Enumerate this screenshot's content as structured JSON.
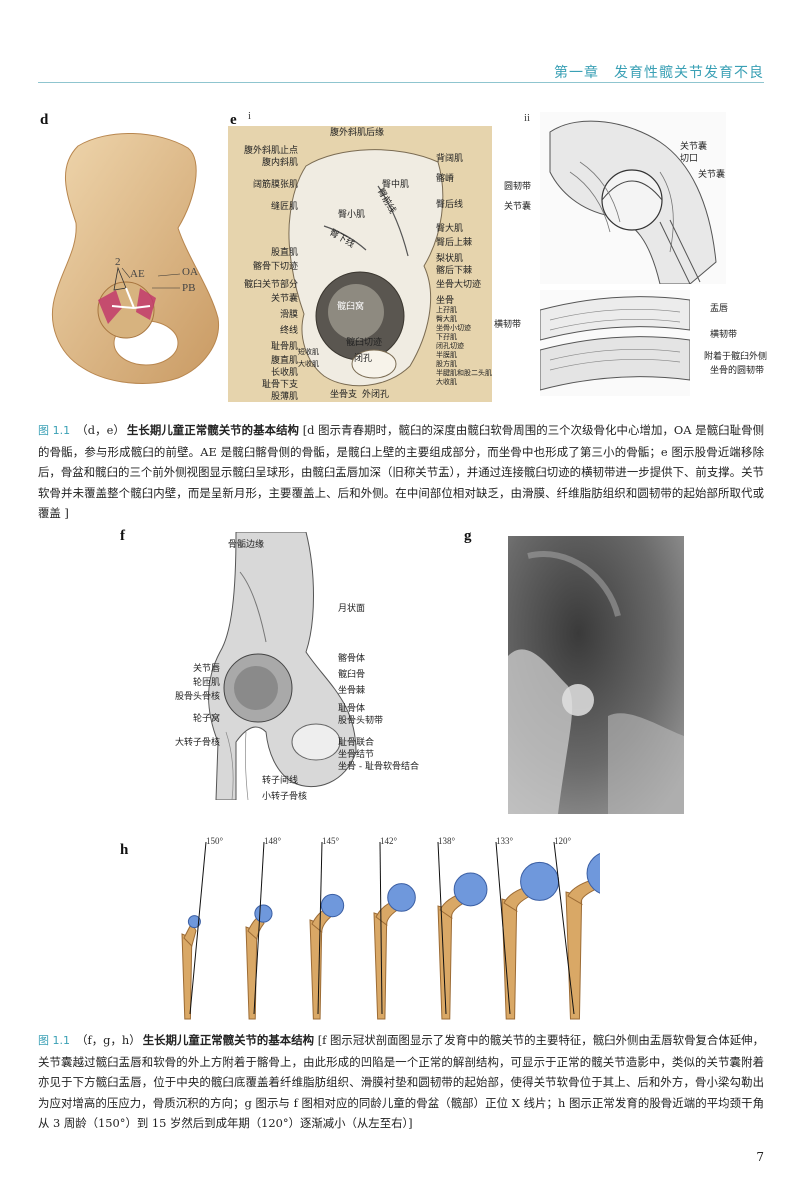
{
  "header": {
    "chapter_title": "第一章　发育性髋关节发育不良"
  },
  "panel_d": {
    "letter": "d",
    "labels": {
      "n2": "2",
      "ae": "AE",
      "oa": "OA",
      "pb": "PB"
    }
  },
  "panel_e": {
    "letter": "e",
    "sub_i": "i",
    "sub_ii": "ii",
    "left_labels": [
      "腹外斜肌止点",
      "腹内斜肌",
      "阔筋膜张肌",
      "缝匠肌",
      "股直肌",
      "髂骨下切迹",
      "髋臼关节部分",
      "关节囊",
      "滑膜",
      "终线",
      "耻骨肌",
      "腹直肌",
      "长收肌",
      "耻骨下支",
      "股薄肌"
    ],
    "left_small": [
      "短收肌",
      "大收肌"
    ],
    "top_label": "腹外斜肌后缘",
    "right_labels": [
      "背阔肌",
      "髂嵴",
      "臀后线",
      "臀大肌",
      "臀后上棘",
      "梨状肌",
      "髂后下棘",
      "坐骨大切迹",
      "坐骨"
    ],
    "right_small": [
      "上孖肌",
      "臀大肌",
      "坐骨小切迹",
      "下孖肌",
      "闭孔切迹",
      "半膜肌",
      "股方肌",
      "半腱肌和股二头肌",
      "大收肌"
    ],
    "inner_labels": {
      "gluteus_medius": "臀中肌",
      "anterior_line": "臀前线",
      "gluteus_minimus": "臀小肌",
      "inferior_line": "臀下线",
      "fossa": "髋臼窝",
      "notch": "髋臼切迹",
      "foramen": "闭孔"
    },
    "bottom_labels": {
      "ischial_ramus": "坐骨支",
      "obturator_externus": "外闭孔"
    }
  },
  "panel_e_ii": {
    "top_labels": {
      "capsule1": "关节囊",
      "notch": "切口",
      "ligament_teres": "圆韧带",
      "capsule2": "关节囊",
      "capsule3": "关节囊"
    },
    "bottom_labels": {
      "labrum": "盂唇",
      "transverse_left": "横韧带",
      "transverse_right": "横韧带",
      "attached_1": "附着于髋臼外侧",
      "attached_2": "坐骨的圆韧带"
    }
  },
  "caption1": {
    "fig": "图 1.1",
    "sub": "（d，e）",
    "title": "生长期儿童正常髋关节的基本结构",
    "body": " [d 图示青春期时，髋臼的深度由髋臼软骨周围的三个次级骨化中心增加，OA 是髋臼耻骨侧的骨骺，参与形成髋臼的前壁。AE 是髋臼髂骨侧的骨骺，是髋臼上壁的主要组成部分，而坐骨中也形成了第三小的骨骺；e 图示股骨近端移除后，骨盆和髋臼的三个前外侧视图显示髋臼呈球形，由髋臼盂唇加深（旧称关节盂），并通过连接髋臼切迹的横韧带进一步提供下、前支撑。关节软骨并未覆盖整个髋臼内壁，而是呈新月形，主要覆盖上、后和外侧。在中间部位相对缺乏，由滑膜、纤维脂肪组织和圆韧带的起始部所取代或覆盖 ]"
  },
  "panel_f": {
    "letter": "f",
    "left_labels": [
      "骨骺边缘",
      "关节唇",
      "轮匝肌",
      "股骨头骨核",
      "轮子窝",
      "大转子骨核"
    ],
    "right_labels": [
      "月状面",
      "髂骨体",
      "髋臼骨",
      "坐骨棘",
      "耻骨体",
      "股骨头韧带",
      "耻骨联合",
      "坐骨结节",
      "坐骨 - 耻骨软骨结合"
    ],
    "bottom_labels": [
      "转子间线",
      "小转子骨核"
    ]
  },
  "panel_g": {
    "letter": "g"
  },
  "panel_h": {
    "letter": "h",
    "angles": [
      "150°",
      "148°",
      "145°",
      "142°",
      "138°",
      "133°",
      "120°"
    ]
  },
  "caption2": {
    "fig": "图 1.1",
    "sub": "（f，g，h）",
    "title": "生长期儿童正常髋关节的基本结构",
    "body": " [f 图示冠状剖面图显示了发育中的髋关节的主要特征，髋臼外侧由盂唇软骨复合体延伸，关节囊越过髋臼盂唇和软骨的外上方附着于髂骨上，由此形成的凹陷是一个正常的解剖结构，可显示于正常的髋关节造影中，类似的关节囊附着亦见于下方髋臼盂唇，位于中央的髋臼底覆盖着纤维脂肪组织、滑膜衬垫和圆韧带的起始部，使得关节软骨位于其上、后和外方，骨小梁勾勒出为应对增高的压应力，骨质沉积的方向；g 图示与 f 图相对应的同龄儿童的骨盆（髋部）正位 X 线片；h 图示正常发育的股骨近端的平均颈干角从 3 周龄（150°）到 15 岁然后到成年期（120°）逐渐减小（从左至右）]"
  },
  "page_number": "7",
  "colors": {
    "accent": "#3aa0b5",
    "bone": "#e3c79a",
    "cartilage": "#c23a6b",
    "femoral_head": "#4a78c8"
  }
}
